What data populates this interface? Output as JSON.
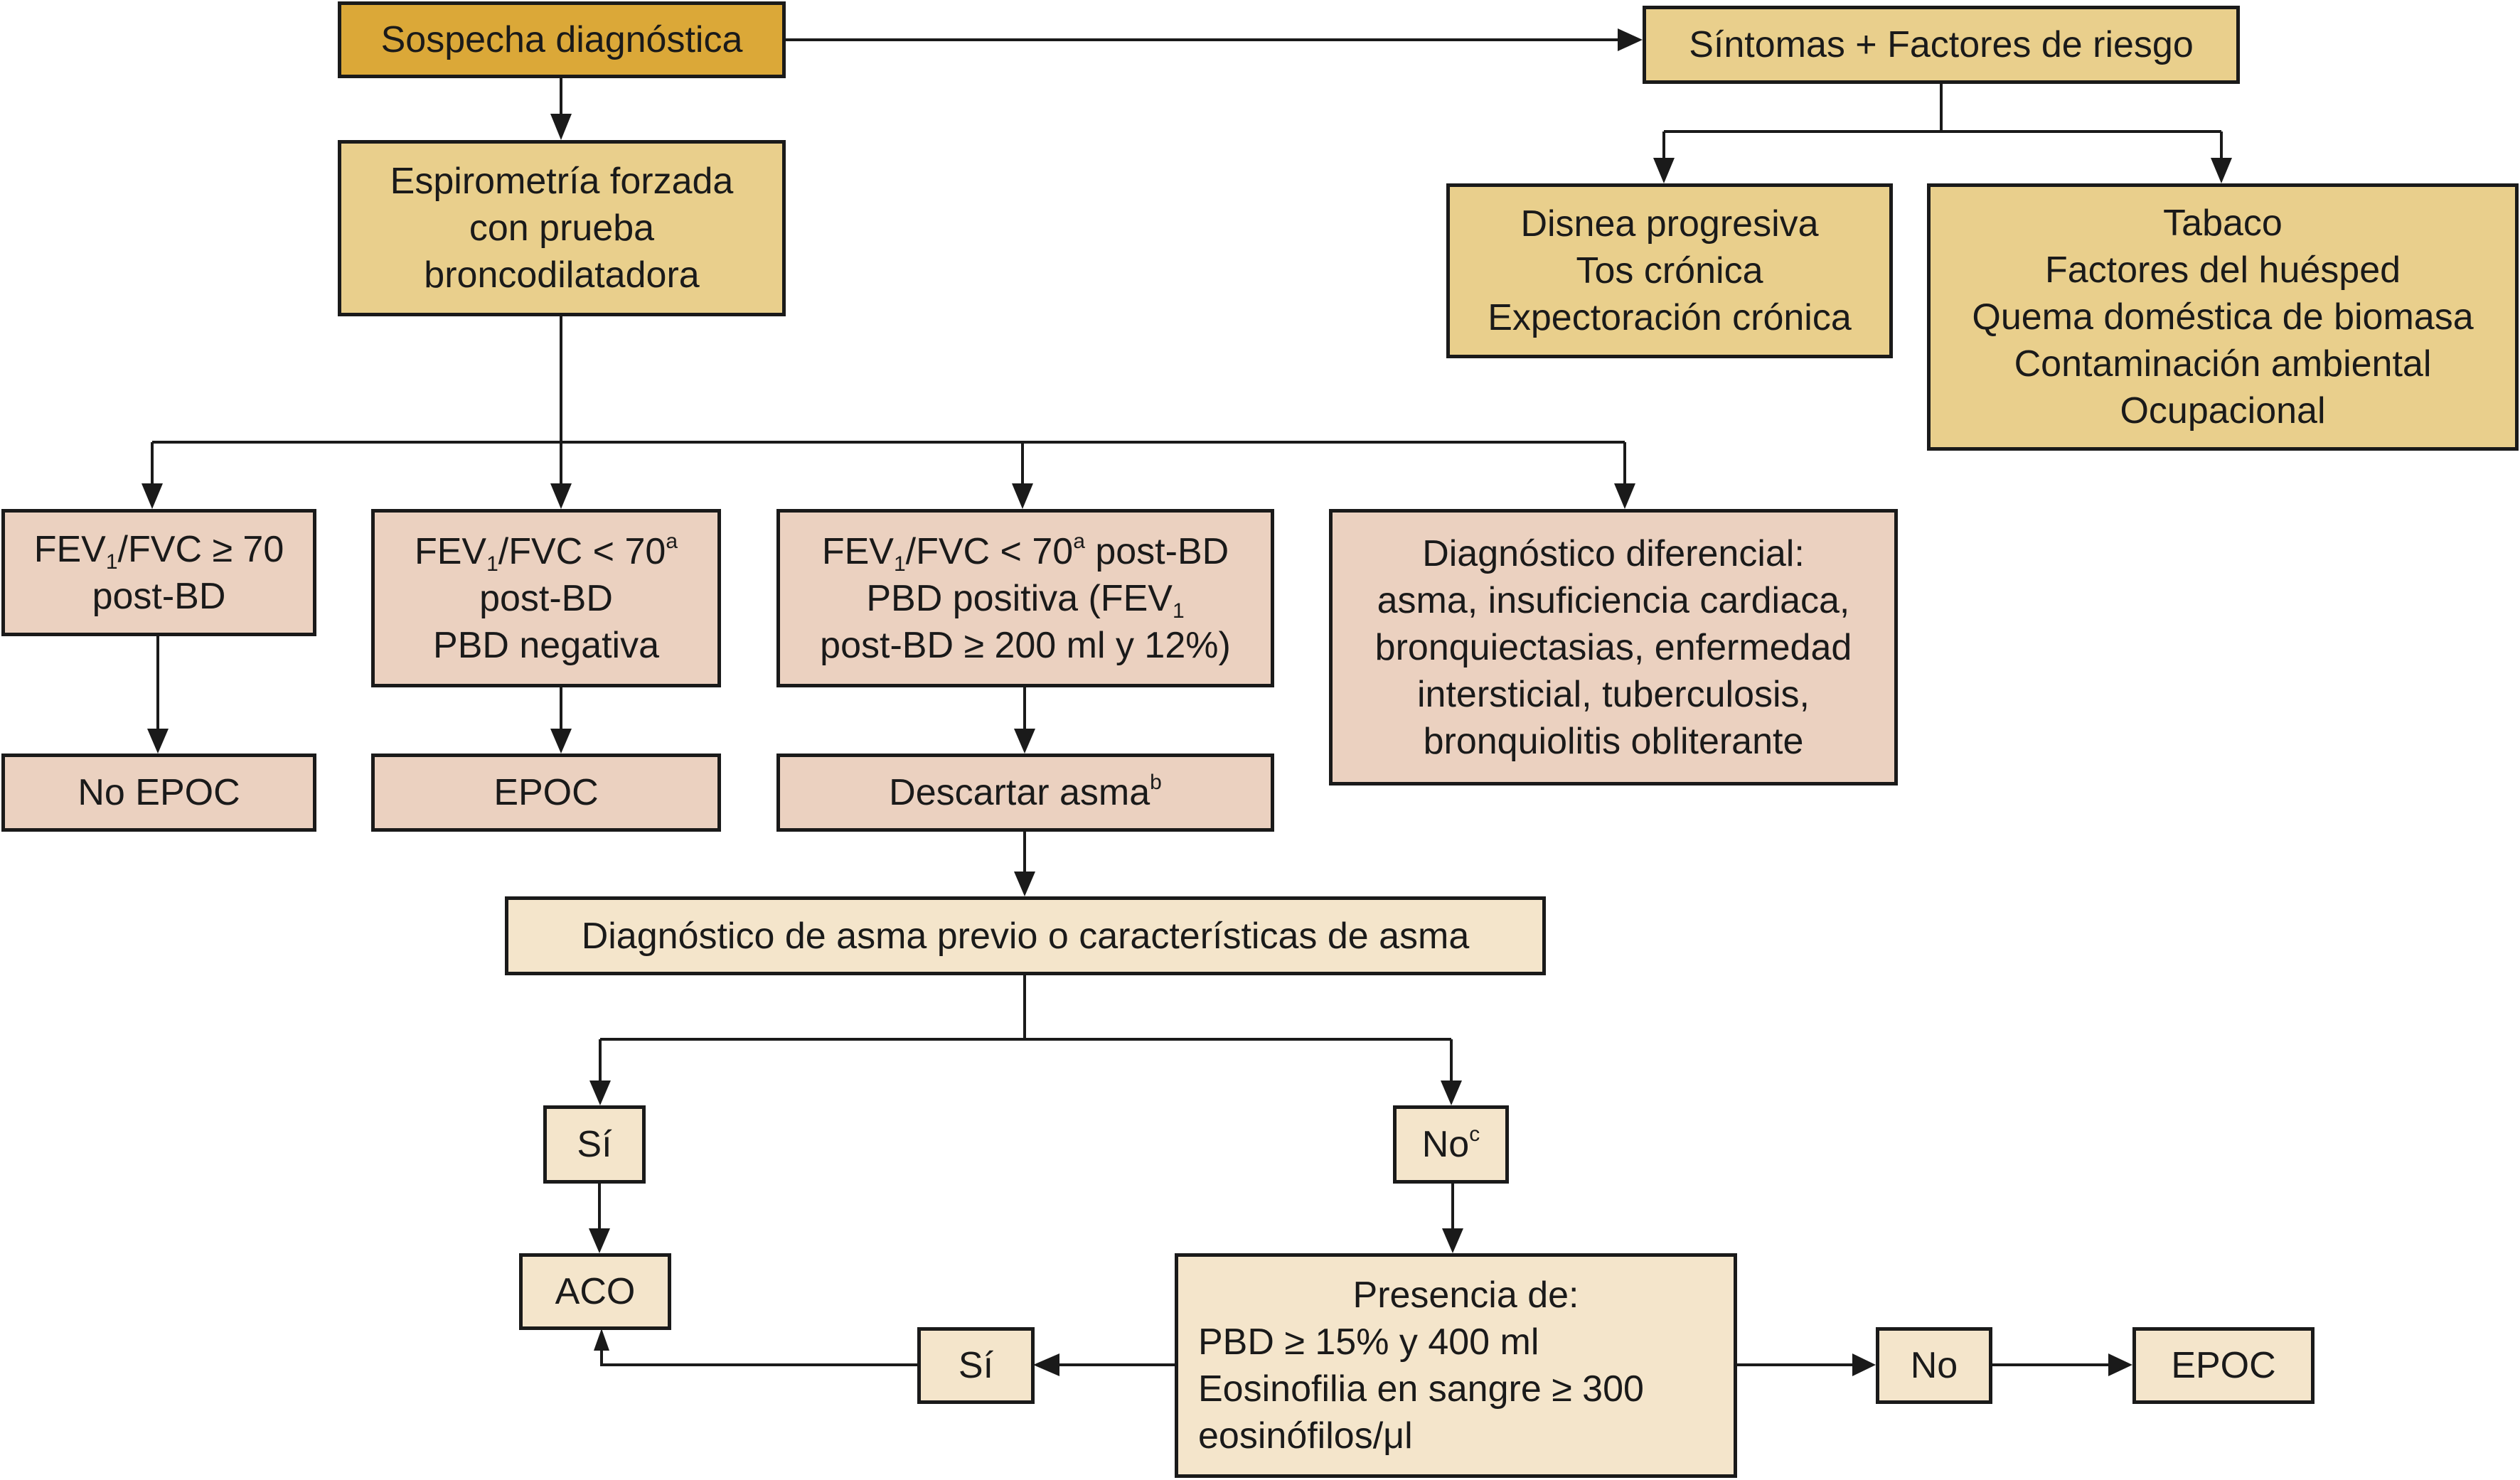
{
  "diagram": {
    "title": "Algoritmo diagnóstico de EPOC",
    "colors": {
      "primary_box": "#dba838",
      "secondary_box": "#e9cf8c",
      "spirometry_result_box": "#ebd1c0",
      "asthma_branch_box": "#f4e5cb",
      "line": "#1a1a1a"
    },
    "nodes": {
      "sospecha": {
        "text": "Sospecha diagnóstica"
      },
      "espirometria": {
        "lines": [
          "Espirometría forzada",
          "con prueba",
          "broncodilatadora"
        ]
      },
      "sintomas": {
        "text": "Síntomas + Factores de riesgo"
      },
      "sintomas_list": {
        "lines": [
          "Disnea progresiva",
          "Tos crónica",
          "Expectoración crónica"
        ]
      },
      "factores_list": {
        "lines": [
          "Tabaco",
          "Factores del huésped",
          "Quema doméstica de biomasa",
          "Contaminación ambiental",
          "Ocupacional"
        ]
      },
      "fev_ge70": {
        "l1_pre": "FEV",
        "l1_sub": "1",
        "l1_post": "/FVC ≥ 70",
        "l2": "post-BD"
      },
      "fev_lt70_neg": {
        "l1_pre": "FEV",
        "l1_sub": "1",
        "l1_post": "/FVC < 70",
        "l1_sup": "a",
        "l2": "post-BD",
        "l3": "PBD negativa"
      },
      "fev_lt70_pos": {
        "l1_pre": "FEV",
        "l1_sub": "1",
        "l1_post": "/FVC < 70",
        "l1_sup": "a",
        "l1_tail": " post-BD",
        "l2_pre": "PBD positiva (FEV",
        "l2_sub": "1",
        "l3": "post-BD ≥ 200 ml y 12%)"
      },
      "diag_diferencial": {
        "lines": [
          "Diagnóstico diferencial:",
          "asma, insuficiencia cardiaca,",
          "bronquiectasias, enfermedad",
          "intersticial, tuberculosis,",
          "bronquiolitis obliterante"
        ]
      },
      "no_epoc": {
        "text": "No EPOC"
      },
      "epoc_1": {
        "text": "EPOC"
      },
      "descartar_asma": {
        "text": "Descartar asma",
        "sup": "b"
      },
      "diag_asma_previo": {
        "text": "Diagnóstico de asma previo o características de asma"
      },
      "si_1": {
        "text": "Sí"
      },
      "no_1": {
        "text": "No",
        "sup": "c"
      },
      "aco": {
        "text": "ACO"
      },
      "presencia": {
        "title": "Presencia de:",
        "lines": [
          "PBD ≥ 15% y 400 ml",
          "Eosinofilia en sangre ≥ 300",
          "eosinófilos/μl"
        ]
      },
      "si_2": {
        "text": "Sí"
      },
      "no_2": {
        "text": "No"
      },
      "epoc_2": {
        "text": "EPOC"
      }
    },
    "edges": [
      [
        "sospecha",
        "espirometria"
      ],
      [
        "sospecha",
        "sintomas"
      ],
      [
        "sintomas",
        "sintomas_list"
      ],
      [
        "sintomas",
        "factores_list"
      ],
      [
        "espirometria",
        "fev_ge70"
      ],
      [
        "espirometria",
        "fev_lt70_neg"
      ],
      [
        "espirometria",
        "fev_lt70_pos"
      ],
      [
        "espirometria",
        "diag_diferencial"
      ],
      [
        "fev_ge70",
        "no_epoc"
      ],
      [
        "fev_lt70_neg",
        "epoc_1"
      ],
      [
        "fev_lt70_pos",
        "descartar_asma"
      ],
      [
        "descartar_asma",
        "diag_asma_previo"
      ],
      [
        "diag_asma_previo",
        "si_1"
      ],
      [
        "diag_asma_previo",
        "no_1"
      ],
      [
        "si_1",
        "aco"
      ],
      [
        "no_1",
        "presencia"
      ],
      [
        "presencia",
        "si_2"
      ],
      [
        "si_2",
        "aco"
      ],
      [
        "presencia",
        "no_2"
      ],
      [
        "no_2",
        "epoc_2"
      ]
    ]
  }
}
